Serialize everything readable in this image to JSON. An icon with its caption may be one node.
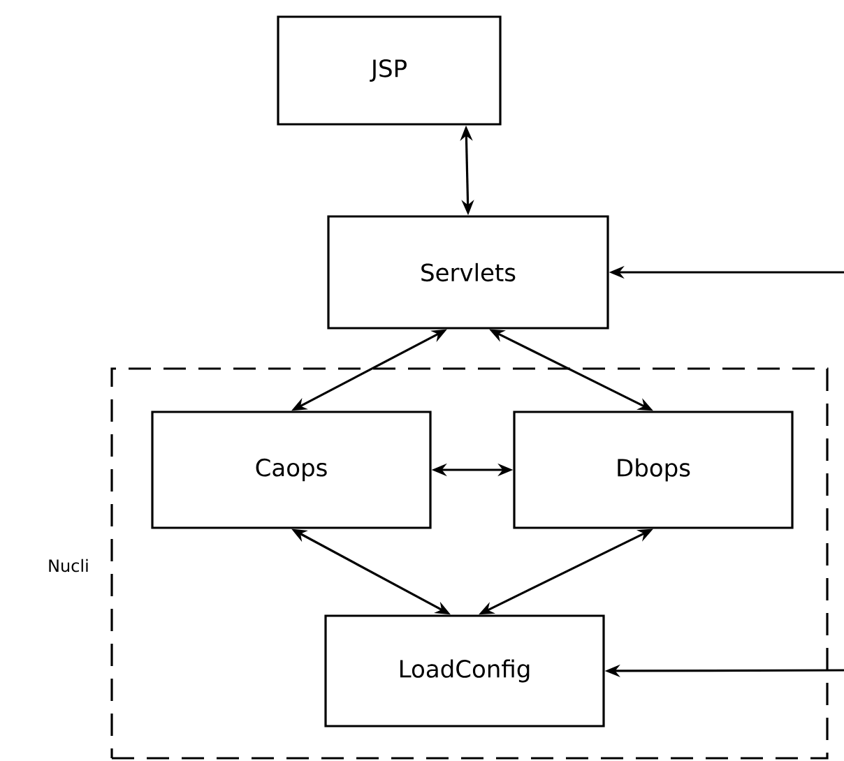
{
  "diagram": {
    "nodes": [
      {
        "text": [
          "JSP"
        ]
      },
      {
        "text": [
          "Servlets"
        ]
      },
      {
        "text": [
          "Nucli"
        ]
      },
      {
        "text": [
          "Caops"
        ],
        "in": 2
      },
      {
        "text": [
          "Dbops"
        ],
        "in": 2
      },
      {
        "text": [
          "LoadConfig"
        ],
        "in": 2
      }
    ],
    "edges": [
      {
        "from": 0,
        "to": 1,
        "arrow": "both"
      },
      {
        "from": 1,
        "to": 3,
        "arrow": "both"
      },
      {
        "from": 1,
        "to": 4,
        "arrow": "both"
      },
      {
        "from": 3,
        "to": 4,
        "arrow": "both"
      },
      {
        "from": 3,
        "to": 5,
        "arrow": "both"
      },
      {
        "from": 4,
        "to": 5,
        "arrow": "both"
      },
      {
        "from": null,
        "to": 1,
        "arrow": "to"
      },
      {
        "from": null,
        "to": 5,
        "arrow": "to"
      }
    ]
  }
}
